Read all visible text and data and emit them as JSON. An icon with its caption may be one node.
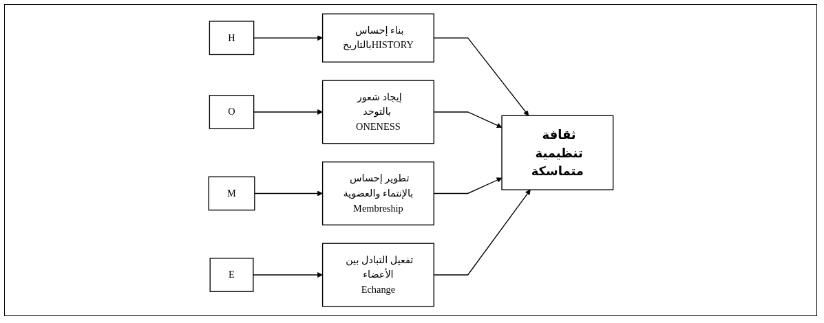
{
  "diagram": {
    "nodes": [
      {
        "text": [
          "H"
        ]
      },
      {
        "text": [
          "O"
        ]
      },
      {
        "text": [
          "M"
        ]
      },
      {
        "text": [
          "E"
        ]
      },
      {
        "text": [
          "بناء إحساس بالتاريخHISTORY"
        ]
      },
      {
        "text": [
          "إيجاد شعور بالتوحد ONENESS"
        ]
      },
      {
        "text": [
          "تطوير إحساس بالإنتماء والعضوية",
          "Membreship"
        ]
      },
      {
        "text": [
          "تفعيل التبادل بين الأعضاء",
          "Echange"
        ]
      },
      {
        "text": [
          "ثقافة تنظيمية متماسكة"
        ]
      }
    ],
    "edges": [
      {
        "from": 0,
        "to": 4,
        "arrow": "to"
      },
      {
        "from": 1,
        "to": 5,
        "arrow": "to"
      },
      {
        "from": 2,
        "to": 6,
        "arrow": "to"
      },
      {
        "from": 3,
        "to": 7,
        "arrow": "to"
      },
      {
        "from": 4,
        "to": 8,
        "arrow": "to"
      },
      {
        "from": 5,
        "to": 8,
        "arrow": "to"
      },
      {
        "from": 6,
        "to": 8,
        "arrow": "to"
      },
      {
        "from": 7,
        "to": 8,
        "arrow": "to"
      }
    ]
  }
}
